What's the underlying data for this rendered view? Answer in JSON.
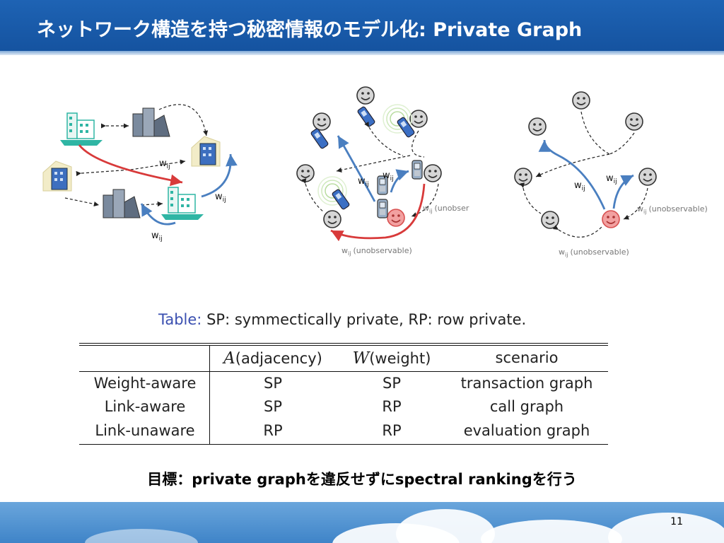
{
  "title": "ネットワーク構造を持つ秘密情報のモデル化: Private Graph",
  "diagrams": {
    "edge_label": "w",
    "edge_sub": "ij",
    "unobservable": "(unobservable)",
    "unobservable_cut": "(unobser"
  },
  "table": {
    "caption_label": "Table:",
    "caption_text": "SP: symmectically private, RP: row private.",
    "headers": {
      "a_sym": "A",
      "a_rest": "(adjacency)",
      "w_sym": "W",
      "w_rest": "(weight)",
      "scenario": "scenario"
    },
    "rows": [
      {
        "name": "Weight-aware",
        "a": "SP",
        "w": "SP",
        "scenario": "transaction graph"
      },
      {
        "name": "Link-aware",
        "a": "SP",
        "w": "RP",
        "scenario": "call graph"
      },
      {
        "name": "Link-unaware",
        "a": "RP",
        "w": "RP",
        "scenario": "evaluation graph"
      }
    ]
  },
  "goal": "目標：private graphを違反せずにspectral rankingを行う",
  "page_number": "11",
  "colors": {
    "header_blue": "#1a5cab",
    "edge_red": "#d83a3a",
    "edge_blue": "#4a7fc0",
    "face_gray": "#d6d6d6",
    "face_pink": "#f2a0a0",
    "building_teal": "#2fb5a4"
  }
}
